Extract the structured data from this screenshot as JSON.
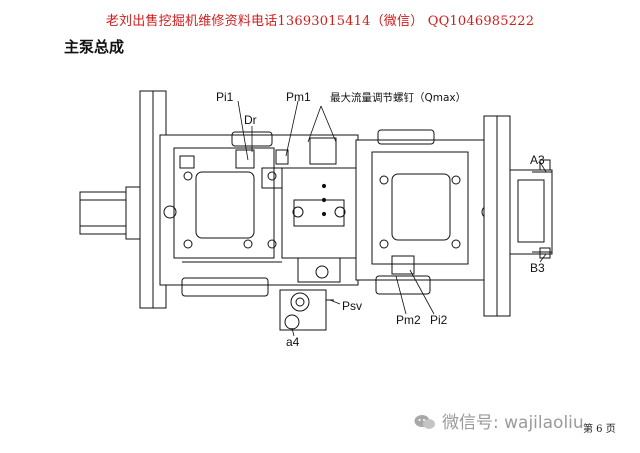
{
  "header": {
    "text": "老刘出售挖掘机维修资料电话13693015414（微信）    QQ1046985222"
  },
  "title": "主泵总成",
  "labels": {
    "pi1": "Pi1",
    "dr": "Dr",
    "pm1": "Pm1",
    "qmax": "最大流量调节螺钉（Qmax）",
    "a3": "A3",
    "b3": "B3",
    "psv": "Psv",
    "pm2": "Pm2",
    "pi2": "Pi2",
    "a4": "a4"
  },
  "watermark": {
    "text": "微信号: wajilaoliu",
    "icon": "wechat-icon"
  },
  "page_number": "第 6 页"
}
